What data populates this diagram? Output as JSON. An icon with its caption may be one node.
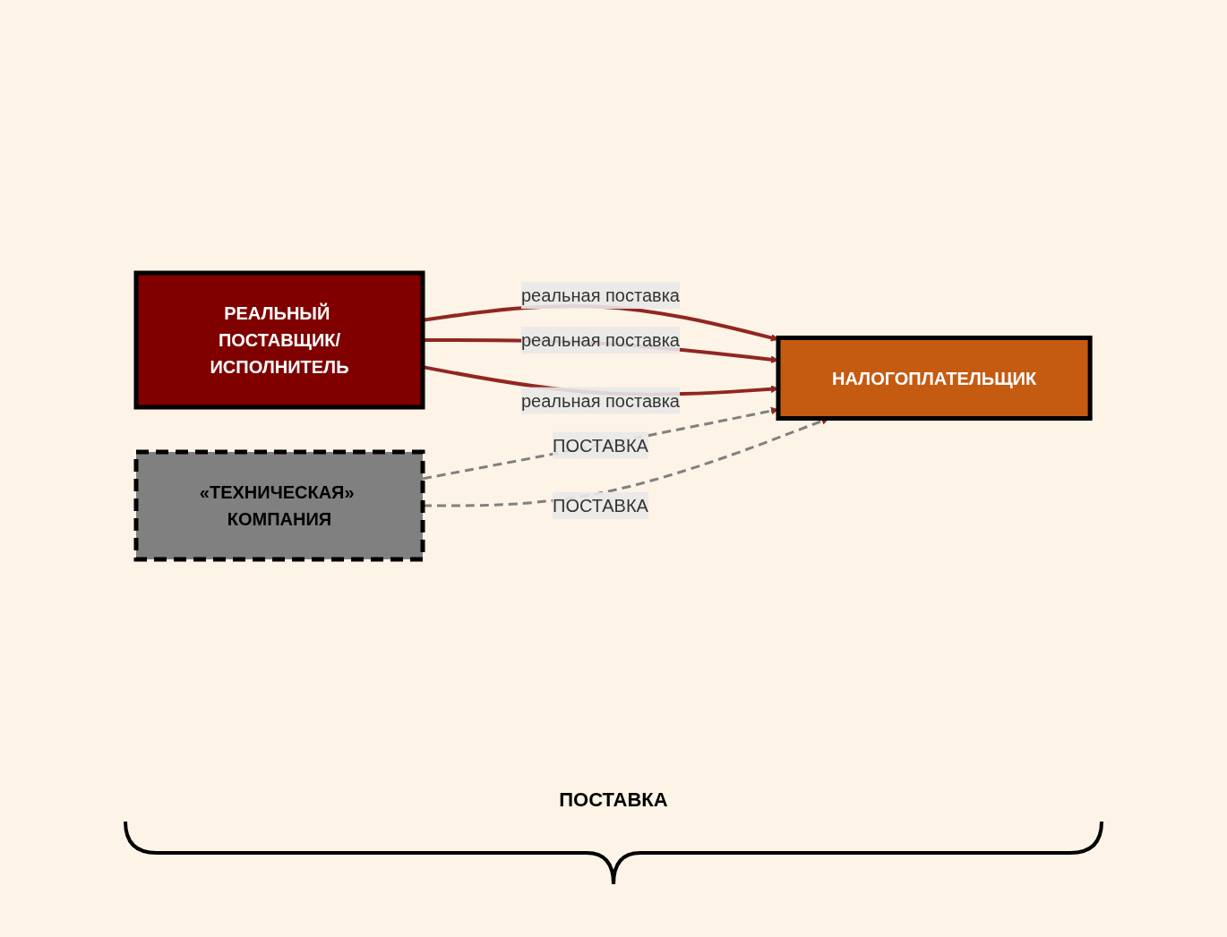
{
  "diagram": {
    "nodes": [
      {
        "text": [
          "РЕАЛЬНЫЙ ПОСТАВЩИК/ИСПОЛНИТЕЛЬ"
        ]
      },
      {
        "text": [
          "«ТЕХНИЧЕСКАЯ» КОМПАНИЯ"
        ]
      },
      {
        "text": [
          "НАЛОГОПЛАТЕЛЬЩИК"
        ]
      }
    ],
    "edges": [
      {
        "from": 0,
        "to": 2,
        "arrow": "to",
        "label": "реальная поставка"
      },
      {
        "from": 1,
        "to": 2,
        "arrow": "to",
        "label": "ПОСТАВКА",
        "style": "dashed",
        "color": "#808080"
      },
      {
        "from": 0,
        "to": 2,
        "arrow": "to",
        "label": "реальная поставка"
      },
      {
        "from": 1,
        "to": 2,
        "arrow": "to",
        "label": "ПОСТАВКА",
        "style": "dashed",
        "color": "#808080"
      },
      {
        "from": 0,
        "to": 2,
        "arrow": "to",
        "label": "реальная поставка"
      }
    ],
    "labels": [
      "ПОСТАВКА"
    ]
  }
}
